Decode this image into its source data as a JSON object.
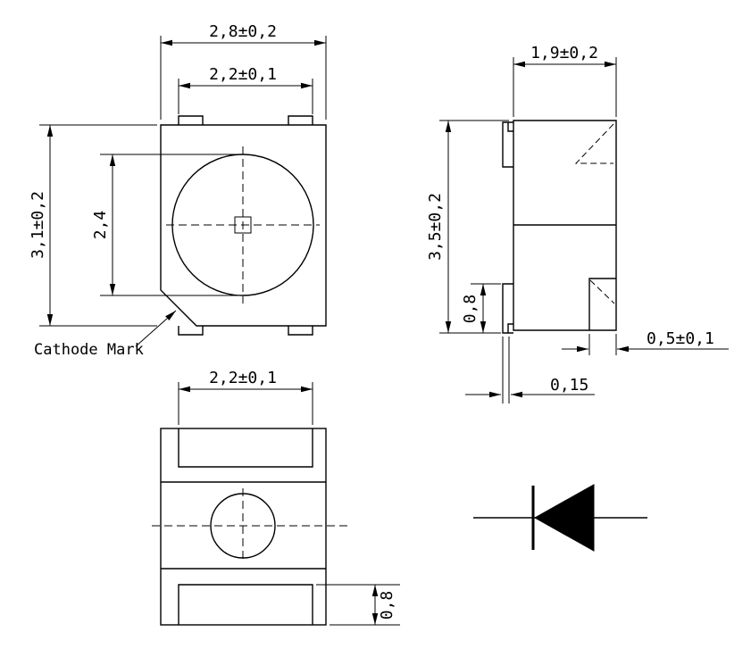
{
  "page": {
    "background_color": "#ffffff",
    "line_color": "#000000"
  },
  "top_view": {
    "dim_outer_width": "2,8±0,2",
    "dim_inner_width": "2,2±0,1",
    "dim_height": "3,1±0,2",
    "dim_circle_diameter": "2,4",
    "cathode_mark_label": "Cathode Mark"
  },
  "side_view": {
    "dim_width": "1,9±0,2",
    "dim_height": "3,5±0,2",
    "dim_lead_height": "0,8",
    "dim_lead_width": "0,5±0,1",
    "dim_lead_thickness": "0,15"
  },
  "bottom_view": {
    "dim_pad_width": "2,2±0,1",
    "dim_pad_height": "0,8"
  }
}
